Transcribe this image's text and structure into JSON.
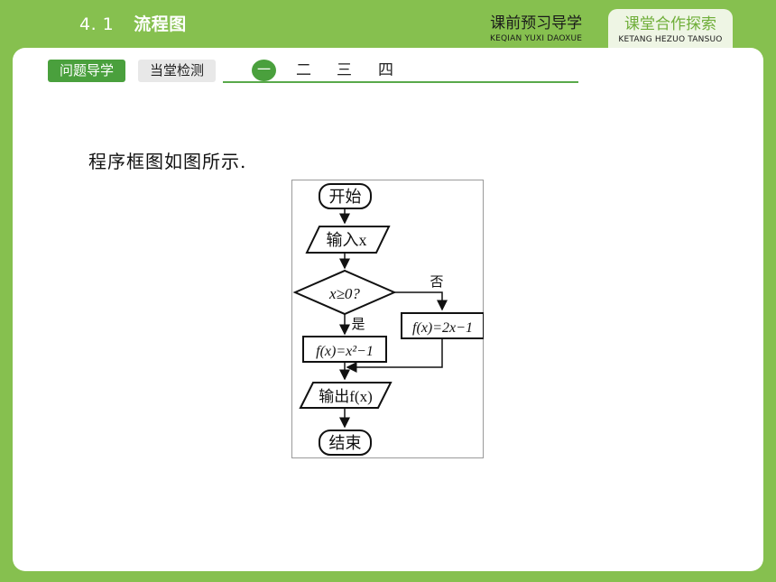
{
  "header": {
    "section_number": "4. 1",
    "section_title": "流程图",
    "nav_preview": {
      "zh": "课前预习导学",
      "en": "KEQIAN YUXI DAOXUE"
    },
    "nav_active": {
      "zh": "课堂合作探索",
      "en": "KETANG HEZUO TANSUO"
    }
  },
  "tabs": [
    {
      "label": "问题导学",
      "active": true
    },
    {
      "label": "当堂检测",
      "active": false
    }
  ],
  "steps": [
    "一",
    "二",
    "三",
    "四"
  ],
  "active_step": "一",
  "content": {
    "caption": "程序框图如图所示.",
    "flowchart": {
      "start": "开始",
      "input": "输入x",
      "decision": "x≥0?",
      "yes_label": "是",
      "no_label": "否",
      "yes_box": "f(x)=x²−1",
      "no_box": "f(x)=2x−1",
      "output": "输出f(x)",
      "end": "结束"
    }
  },
  "colors": {
    "background_green": "#86c04f",
    "accent_green": "#4aa03d",
    "panel": "#ffffff",
    "active_nav_text": "#6fae39"
  }
}
